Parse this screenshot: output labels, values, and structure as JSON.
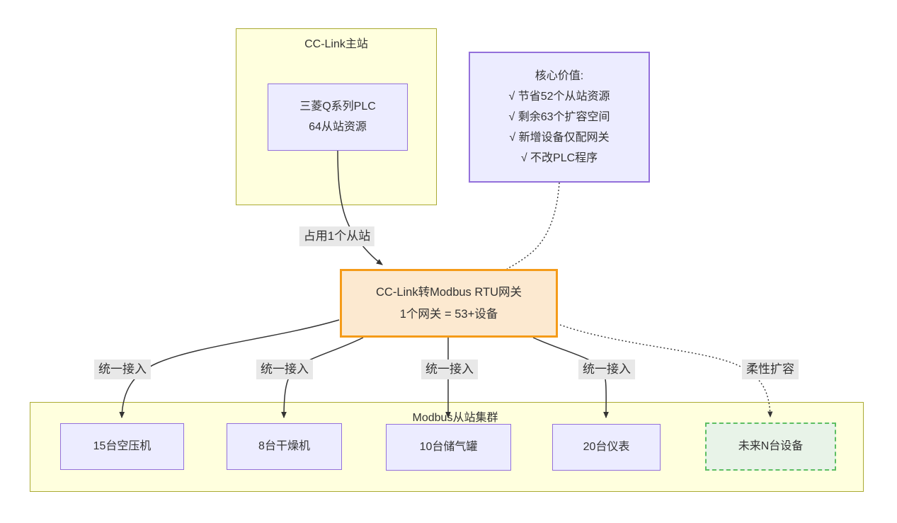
{
  "diagram": {
    "type": "flowchart",
    "master_container": {
      "title": "CC-Link主站"
    },
    "plc_node": {
      "line1": "三菱Q系列PLC",
      "line2": "64从站资源"
    },
    "value_node": {
      "title": "核心价值:",
      "items": [
        "√ 节省52个从站资源",
        "√ 剩余63个扩容空间",
        "√ 新增设备仅配网关",
        "√ 不改PLC程序"
      ]
    },
    "gateway_node": {
      "line1": "CC-Link转Modbus RTU网关",
      "line2": "1个网关 = 53+设备"
    },
    "slave_container": {
      "title": "Modbus从站集群"
    },
    "slave_nodes": [
      {
        "label": "15台空压机"
      },
      {
        "label": "8台干燥机"
      },
      {
        "label": "10台储气罐"
      },
      {
        "label": "20台仪表"
      }
    ],
    "future_node": {
      "label": "未来N台设备"
    },
    "edge_labels": {
      "occupy": "占用1个从站",
      "unified_1": "统一接入",
      "unified_2": "统一接入",
      "unified_3": "统一接入",
      "unified_4": "统一接入",
      "flexible": "柔性扩容"
    },
    "colors": {
      "container_fill": "#FFFFDE",
      "container_border": "#AAAA33",
      "node_fill": "#ECECFF",
      "node_border": "#9370DB",
      "gateway_fill": "#FCE9D0",
      "gateway_border": "#F59B18",
      "future_fill": "#E8F3E8",
      "future_border": "#5DBE62",
      "edge_color": "#333333",
      "edge_label_bg": "#E8E8E8"
    }
  }
}
